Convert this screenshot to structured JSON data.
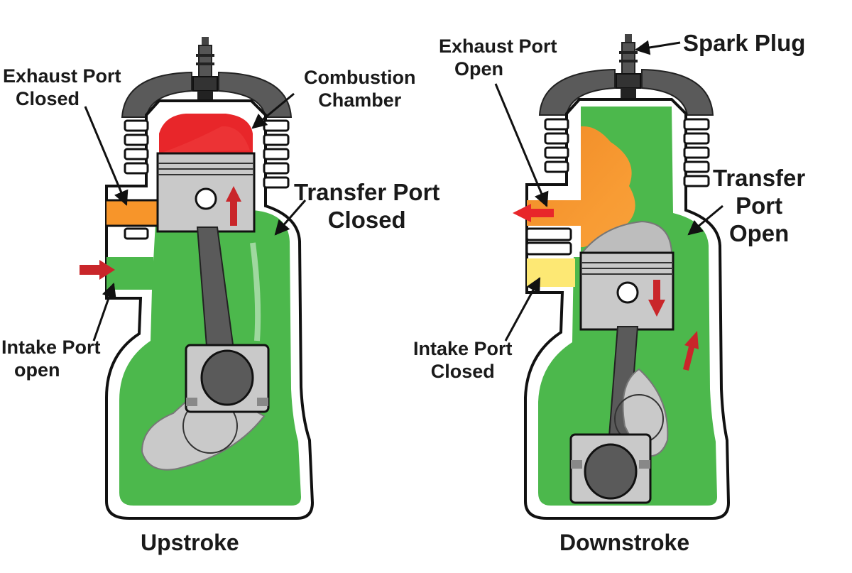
{
  "colors": {
    "fuel_mixture": "#4cb84c",
    "combustion": "#e8262a",
    "exhaust_gas": "#f7952a",
    "intake_fuel": "#fde874",
    "metal": "#c9c9c9",
    "dark_metal": "#5a5a5a",
    "flow_arrow": "#c9262a",
    "outline": "#111111"
  },
  "upstroke": {
    "exhaust_label": [
      "Exhaust Port",
      "Closed"
    ],
    "combustion_label": [
      "Combustion",
      "Chamber"
    ],
    "transfer_label": [
      "Transfer Port",
      "Closed"
    ],
    "intake_label": [
      "Intake Port",
      "open"
    ],
    "caption": "Upstroke"
  },
  "downstroke": {
    "exhaust_label": [
      "Exhaust Port",
      "Open"
    ],
    "spark_label": "Spark Plug",
    "transfer_label": [
      "Transfer",
      "Port",
      "Open"
    ],
    "intake_label": [
      "Intake Port",
      "Closed"
    ],
    "caption": "Downstroke"
  }
}
